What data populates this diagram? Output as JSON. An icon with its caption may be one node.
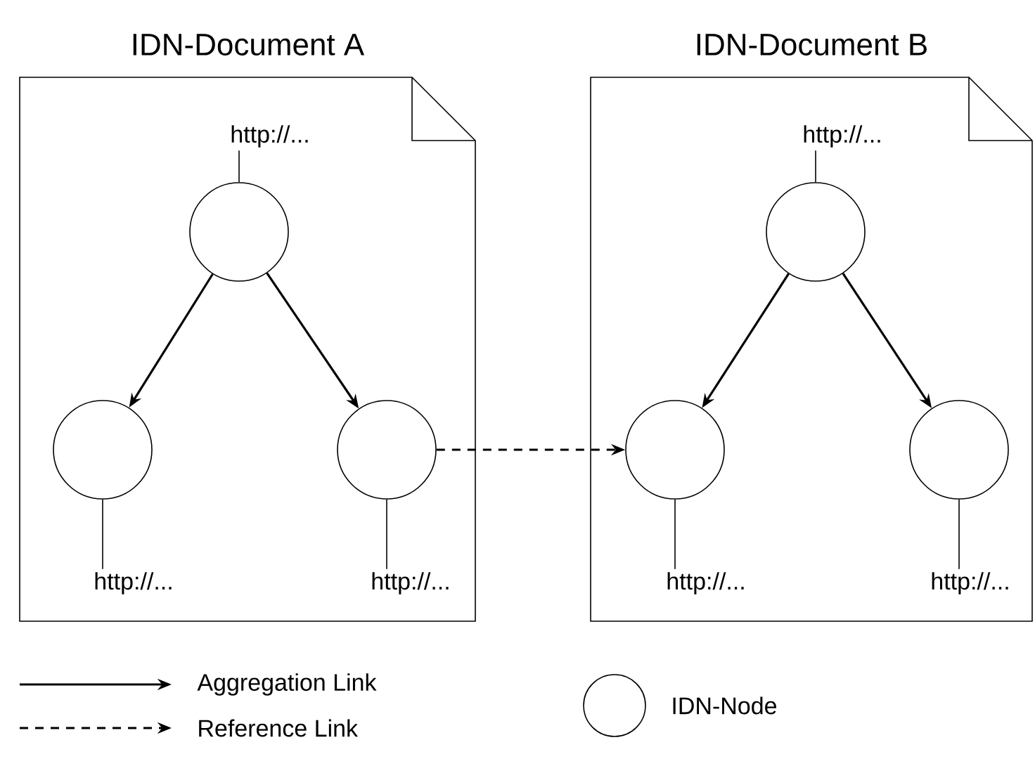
{
  "diagram": {
    "nodes": [
      {
        "text": [
          "IDN-Document A"
        ]
      },
      {
        "text": [
          "http://..."
        ],
        "in": 0
      },
      {
        "text": [],
        "shape": "circle",
        "in": 0
      },
      {
        "text": [],
        "shape": "circle",
        "in": 0
      },
      {
        "text": [],
        "shape": "circle",
        "in": 0
      },
      {
        "text": [
          "http://..."
        ],
        "in": 0
      },
      {
        "text": [
          "http://..."
        ],
        "in": 0
      },
      {
        "text": [
          "IDN-Document B"
        ]
      },
      {
        "text": [
          "http://..."
        ],
        "in": 7
      },
      {
        "text": [],
        "shape": "circle",
        "in": 7
      },
      {
        "text": [],
        "shape": "circle",
        "in": 7
      },
      {
        "text": [],
        "shape": "circle",
        "in": 7
      },
      {
        "text": [
          "http://..."
        ],
        "in": 7
      },
      {
        "text": [
          "http://..."
        ],
        "in": 7
      }
    ],
    "edges": [
      {
        "from": 2,
        "to": 3,
        "arrow": "to"
      },
      {
        "from": 2,
        "to": 4,
        "arrow": "to"
      },
      {
        "from": 4,
        "to": 10,
        "arrow": "to",
        "style": "dashed"
      },
      {
        "from": 9,
        "to": 10,
        "arrow": "to"
      },
      {
        "from": 9,
        "to": 11,
        "arrow": "to"
      },
      {
        "from": 1,
        "to": 2,
        "arrow": "none"
      },
      {
        "from": 5,
        "to": 3,
        "arrow": "none"
      },
      {
        "from": 6,
        "to": 4,
        "arrow": "none"
      },
      {
        "from": 8,
        "to": 9,
        "arrow": "none"
      },
      {
        "from": 12,
        "to": 10,
        "arrow": "none"
      },
      {
        "from": 13,
        "to": 11,
        "arrow": "none"
      }
    ],
    "legend": [
      {
        "text": "Aggregation Link"
      },
      {
        "text": "Reference Link"
      },
      {
        "text": "IDN-Node"
      }
    ]
  }
}
